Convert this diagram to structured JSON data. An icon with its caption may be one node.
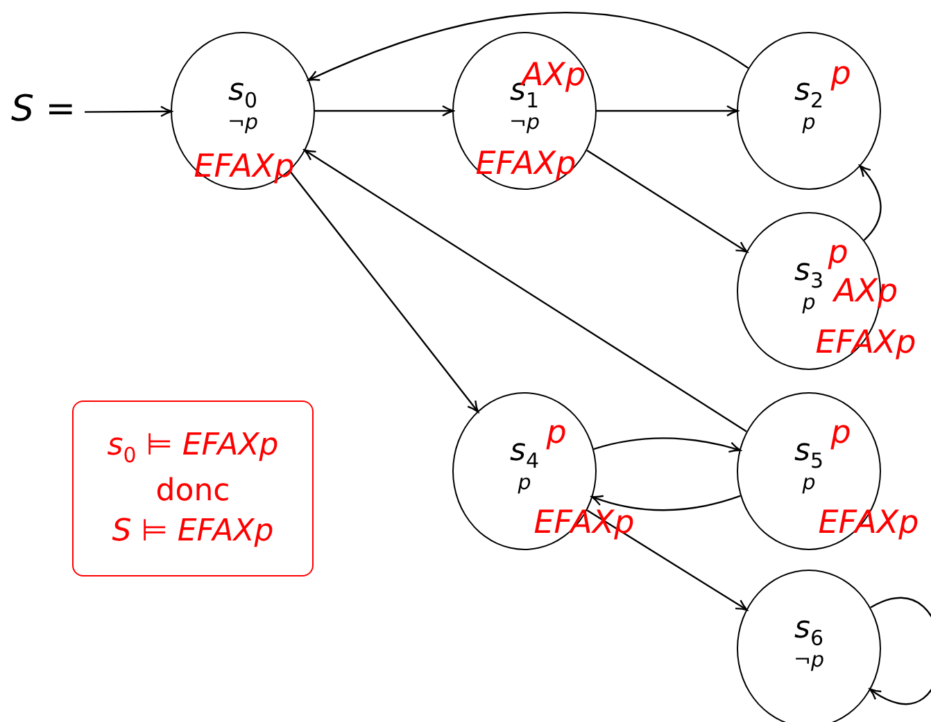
{
  "diagram": {
    "nodes": [
      {
        "text": [
          "S ="
        ]
      },
      {
        "text": [
          "s$_{0}$",
          "¬p",
          "EFAXp"
        ]
      },
      {
        "text": [
          "s$_{1}$",
          "¬p",
          "AXp",
          "EFAXp"
        ]
      },
      {
        "text": [
          "s$_{2}$",
          "p",
          "p"
        ]
      },
      {
        "text": [
          "s$_{3}$",
          "p",
          "p",
          "AXp",
          "EFAXp"
        ]
      },
      {
        "text": [
          "s$_{4}$",
          "p",
          "p",
          "EFAXp"
        ]
      },
      {
        "text": [
          "s$_{5}$",
          "p",
          "p",
          "EFAXp"
        ]
      },
      {
        "text": [
          "s$_{6}$",
          "¬p"
        ]
      },
      {
        "text": [
          "s$_{0}$ ⊨ EFAXp",
          "donc",
          "S ⊨ EFAXp"
        ]
      }
    ],
    "edges": [
      {
        "from": 0,
        "to": 1,
        "arrow": "to"
      },
      {
        "from": 1,
        "to": 2,
        "arrow": "to"
      },
      {
        "from": 2,
        "to": 3,
        "arrow": "to"
      },
      {
        "from": 3,
        "to": 1,
        "arrow": "to"
      },
      {
        "from": 2,
        "to": 4,
        "arrow": "to"
      },
      {
        "from": 4,
        "to": 3,
        "arrow": "to"
      },
      {
        "from": 1,
        "to": 5,
        "arrow": "to"
      },
      {
        "from": 6,
        "to": 1,
        "arrow": "to"
      },
      {
        "from": 5,
        "to": 6,
        "arrow": "to"
      },
      {
        "from": 6,
        "to": 5,
        "arrow": "to"
      },
      {
        "from": 5,
        "to": 7,
        "arrow": "to"
      },
      {
        "from": 7,
        "to": 7,
        "arrow": "to"
      }
    ]
  }
}
